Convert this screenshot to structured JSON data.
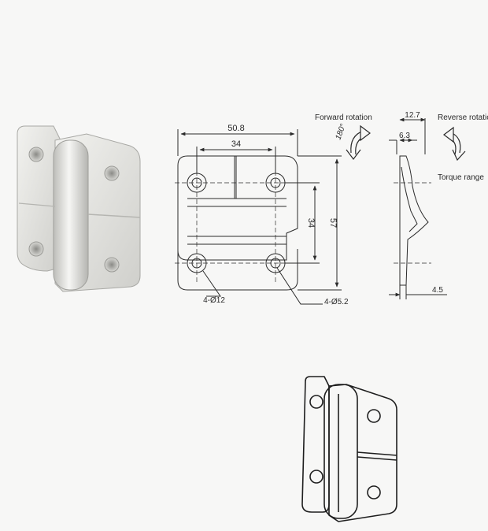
{
  "labels": {
    "dim_overall_width": "50.8",
    "dim_hole_spacing_x": "34",
    "dim_hole_spacing_y": "34",
    "dim_overall_height": "57",
    "dim_counterbore": "4-Ø12",
    "dim_hole": "4-Ø5.2",
    "dim_leaf_depth": "12.7",
    "dim_offset": "6.3",
    "dim_base_thickness": "4.5",
    "forward_rotation": "Forward rotation",
    "reverse_rotation": "Reverse rotation",
    "torque_range": "Torque range",
    "angle": "180°"
  },
  "colors": {
    "line": "#2b2b2b",
    "render_light": "#e9e9e6",
    "render_mid": "#cfcfcb",
    "render_dark": "#a9a9a5",
    "background": "#f7f7f6"
  },
  "icons": {
    "forward_arrow": "curved-arrow-icon",
    "reverse_arrow": "curved-arrow-icon"
  }
}
